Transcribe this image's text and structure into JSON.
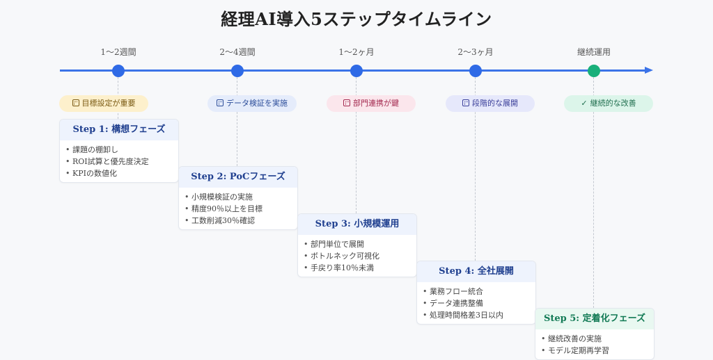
{
  "title": "経理AI導入5ステップタイムライン",
  "colors": {
    "timeline": "#3b73e8",
    "node": "#2f6ae6",
    "node_final": "#19b07a"
  },
  "steps": [
    {
      "period": "1～2週間",
      "badge": "目標設定が重要",
      "badge_icon": "chart-icon",
      "badge_bg": "#fdf0cc",
      "badge_color": "#7a5a12",
      "title": "Step 1: 構想フェーズ",
      "items": [
        "課題の棚卸し",
        "ROI試算と優先度決定",
        "KPIの数値化"
      ]
    },
    {
      "period": "2～4週間",
      "badge": "データ検証を実施",
      "badge_icon": "chart-icon",
      "badge_bg": "#e5ecfb",
      "badge_color": "#2c4d9a",
      "title": "Step 2: PoCフェーズ",
      "items": [
        "小規模検証の実施",
        "精度90％以上を目標",
        "工数削減30％確認"
      ]
    },
    {
      "period": "1～2ヶ月",
      "badge": "部門連携が鍵",
      "badge_icon": "chart-icon",
      "badge_bg": "#fbe6ec",
      "badge_color": "#a3294f",
      "title": "Step 3: 小規模運用",
      "items": [
        "部門単位で展開",
        "ボトルネック可視化",
        "手戻り率10％未満"
      ]
    },
    {
      "period": "2～3ヶ月",
      "badge": "段階的な展開",
      "badge_icon": "chart-icon",
      "badge_bg": "#e6e8fb",
      "badge_color": "#3b3f9a",
      "title": "Step 4: 全社展開",
      "items": [
        "業務フロー統合",
        "データ連携整備",
        "処理時間格差3日以内"
      ]
    },
    {
      "period": "継続運用",
      "badge": "継続的な改善",
      "badge_icon": "check-icon",
      "badge_bg": "#dcf5ea",
      "badge_color": "#1f6e4e",
      "title": "Step 5: 定着化フェーズ",
      "items": [
        "継続改善の実施",
        "モデル定期再学習"
      ]
    }
  ]
}
